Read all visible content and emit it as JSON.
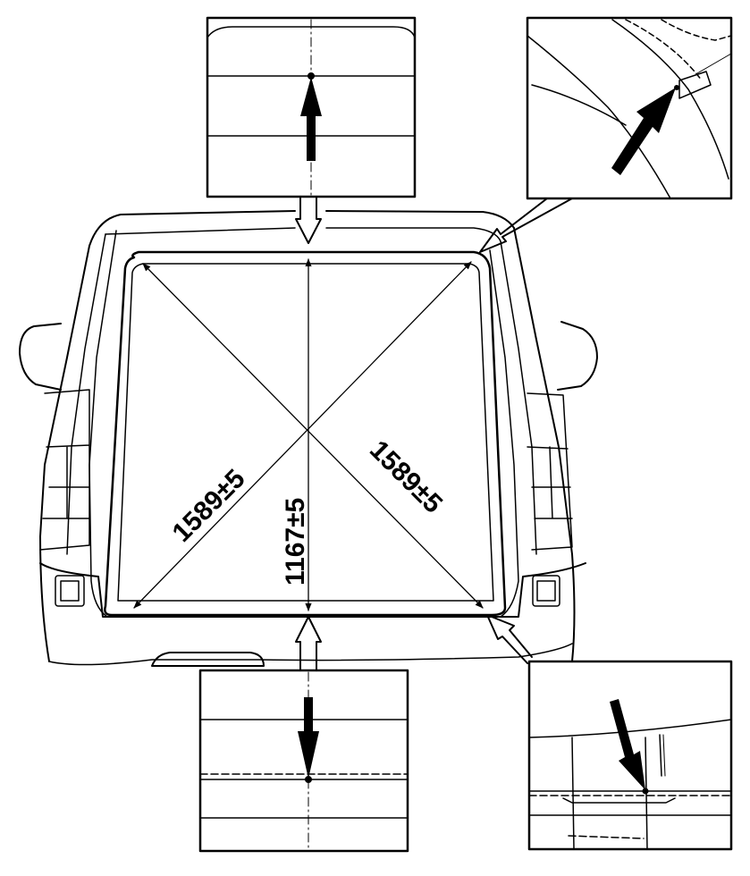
{
  "dimensions": {
    "diagonal_left": "1589±5",
    "vertical_center": "1167±5",
    "diagonal_right": "1589±5"
  },
  "detail_views": [
    {
      "name": "top-center-measurement-point",
      "arrow": "up"
    },
    {
      "name": "top-right-corner-measurement-point",
      "arrow": "diagonal"
    },
    {
      "name": "bottom-center-measurement-point",
      "arrow": "down"
    },
    {
      "name": "bottom-right-corner-measurement-point",
      "arrow": "diagonal"
    }
  ],
  "colors": {
    "line": "#000000",
    "background": "#ffffff"
  }
}
